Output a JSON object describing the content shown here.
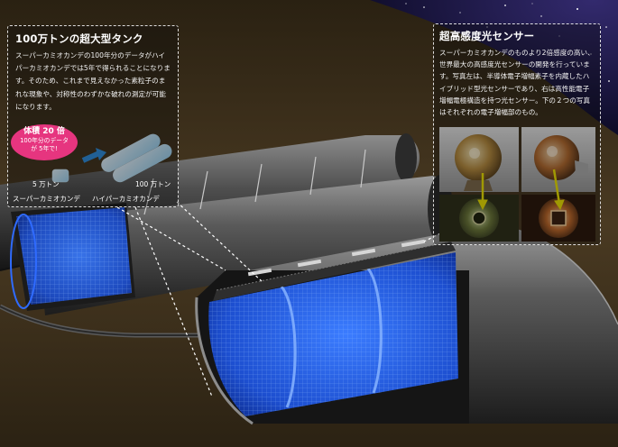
{
  "left_panel": {
    "title": "100万トンの超大型タンク",
    "body": "スーパーカミオカンデの100年分のデータがハイパーカミオカンデでは5年で得られることになります。そのため、これまで見えなかった素粒子のまれな現象や、対称性のわずかな破れの測定が可能になります。",
    "badge_title": "体積 20 倍",
    "badge_line1": "100年分のデータ",
    "badge_line2": "が 5年で!",
    "small_tank_mass": "5 万トン",
    "big_tank_mass": "100 万トン",
    "small_tank_name": "スーパーカミオカンデ",
    "big_tank_name": "ハイパーカミオカンデ"
  },
  "right_panel": {
    "title": "超高感度光センサー",
    "body": "スーパーカミオカンデのものより2倍感度の高い、世界最大の高感度光センサーの開発を行っています。写真左は、半導体電子増幅素子を内蔵したハイブリッド型光センサーであり、右は高性能電子増幅電極構造を持つ光センサー。下の２つの写真はそれぞれの電子増幅部のもの。"
  },
  "colors": {
    "badge": "#e6357f",
    "tank_arrow": "#2f8fe0",
    "water_blue": "#1e5ad8",
    "rock": "#3d301d",
    "sky": "#1a1440",
    "pointer_arrow": "#f2e600"
  }
}
